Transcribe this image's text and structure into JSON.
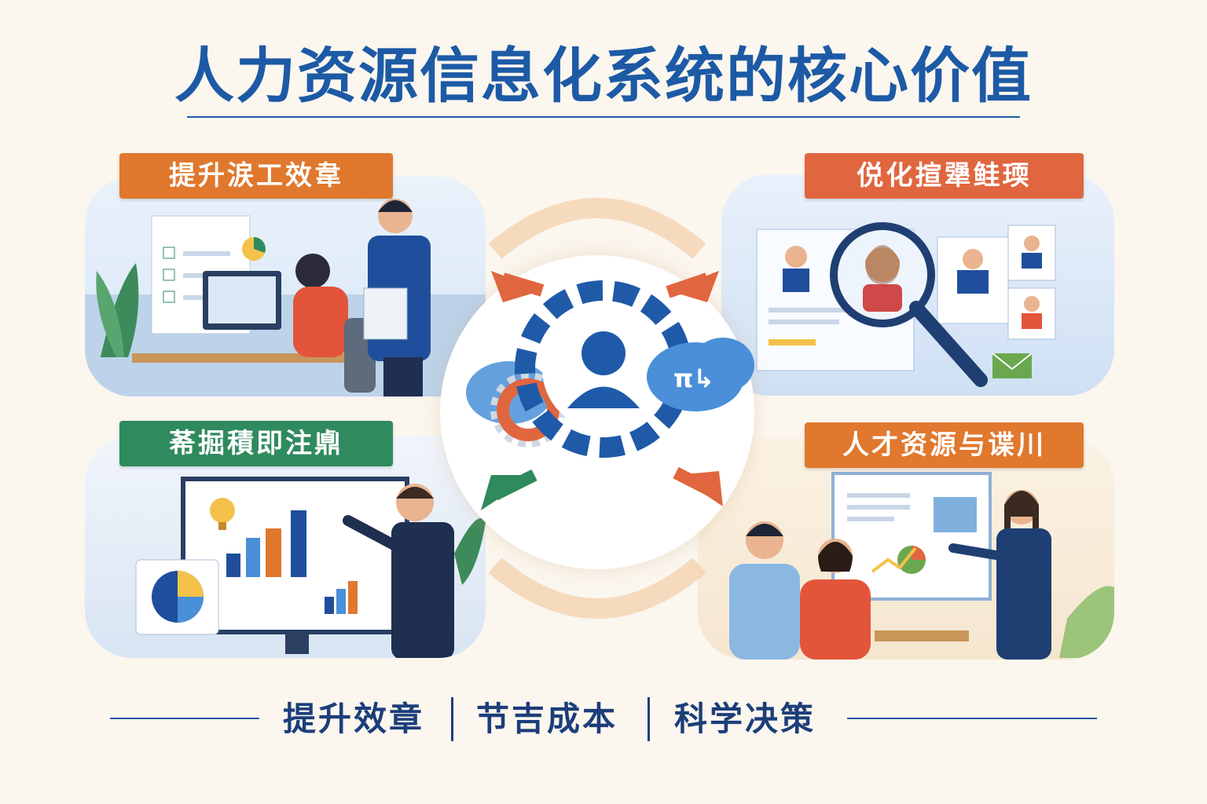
{
  "title": "人力资源信息化系统的核心价值",
  "panels": {
    "top_left": {
      "label": "提升涙工效韋"
    },
    "top_right": {
      "label": "侻化揎犟鲑瑌"
    },
    "bottom_left": {
      "label": "莃掘積即注鼑"
    },
    "bottom_right": {
      "label": "人才资源与谍川"
    }
  },
  "center": {
    "cloud_text": "π↳"
  },
  "benefits": [
    "提升效章",
    "节吉成本",
    "科学决策"
  ],
  "colors": {
    "title": "#1d5aa6",
    "orange_label": "#e0782e",
    "red_label": "#e0663f",
    "green_label": "#2f8a5e",
    "gear_blue": "#1f5aa8",
    "benefit_text": "#1c3e7a"
  }
}
